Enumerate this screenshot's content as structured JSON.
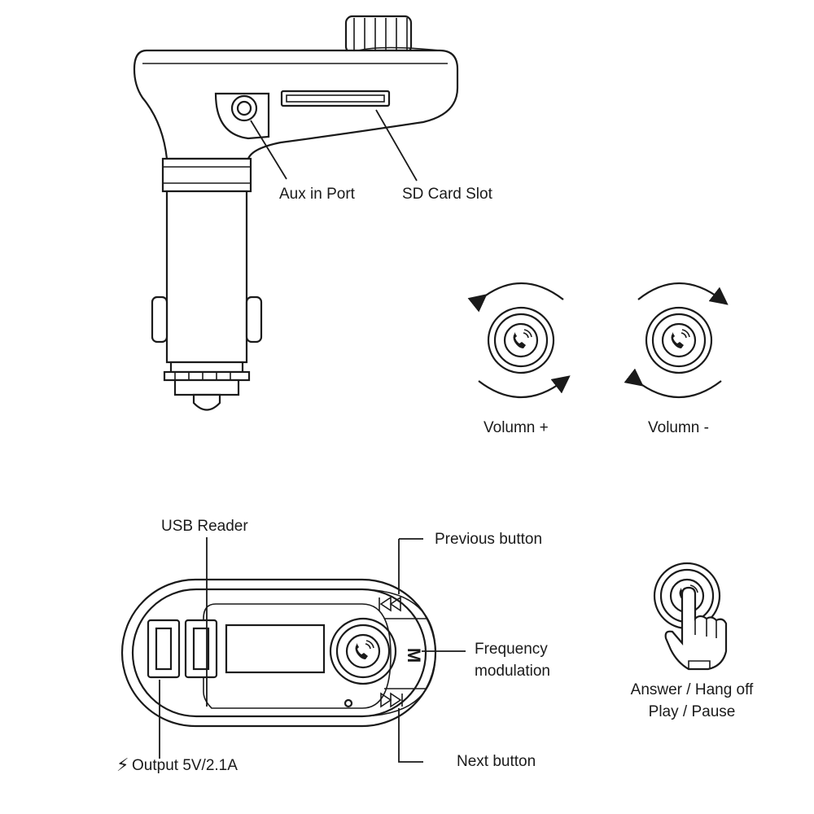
{
  "labels": {
    "aux_port": "Aux in Port",
    "sd_slot": "SD  Card Slot",
    "volume_plus": "Volumn +",
    "volume_minus": "Volumn -",
    "usb_reader": "USB Reader",
    "previous": "Previous button",
    "frequency_line1": "Frequency",
    "frequency_line2": "modulation",
    "output": "Output 5V/2.1A",
    "next": "Next  button",
    "answer_line1": "Answer / Hang off",
    "answer_line2": "Play / Pause"
  },
  "icons": {
    "mode_button_letter": "M"
  },
  "colors": {
    "ink": "#1a1a1a",
    "background": "#ffffff"
  }
}
